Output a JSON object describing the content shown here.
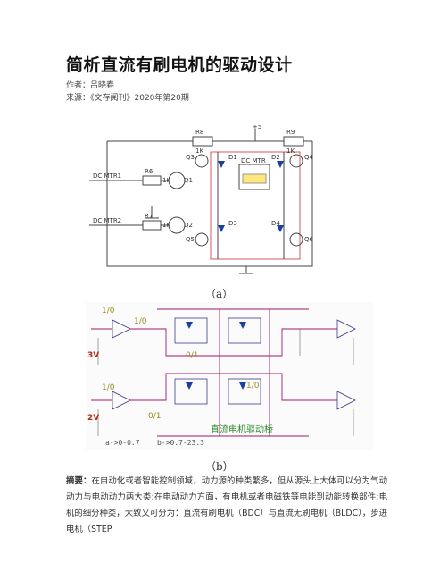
{
  "article": {
    "title": "简析直流有刷电机的驱动设计",
    "author": "作者：吕晓春",
    "source": "来源：《文存阅刊》2020年第20期"
  },
  "figure_a": {
    "caption": "（a）",
    "labels": {
      "vcc": "+5",
      "r8": "R8",
      "r8v": "1K",
      "r9": "R9",
      "r9v": "1K",
      "q3": "Q3",
      "q4": "Q4",
      "q1": "Q1",
      "q2": "Q2",
      "q5": "Q5",
      "q6": "Q6",
      "d1": "D1",
      "d2": "D2",
      "d3": "D3",
      "d4": "D4",
      "motor": "DC MTR",
      "r6": "R6",
      "r6v": "1K",
      "r7": "R7",
      "r7v": "1K",
      "in1": "DC MTR1",
      "in2": "DC MTR2"
    }
  },
  "figure_b": {
    "caption": "（b）",
    "labels": {
      "bridge": "直流电机驱动桥",
      "note_a": "a->0-0.7",
      "note_b": "b->0.7-23.3",
      "v3": "3V",
      "v2": "2V",
      "r1": "1/0",
      "r2": "1/0",
      "r3": "0/1",
      "r4": "1/0",
      "r5": "0/1",
      "r6": "1/0"
    }
  },
  "abstract": {
    "label": "摘要：",
    "text": "在自动化或者智能控制领域，动力源的种类繁多，但从源头上大体可以分为气动动力与电动动力两大类;在电动动力方面，有电机或者电磁铁等电能到动能转换部件;电机的细分种类，大致又可分为：直流有刷电机（BDC）与直流无刷电机（BLDC），步进电机（STEP"
  }
}
